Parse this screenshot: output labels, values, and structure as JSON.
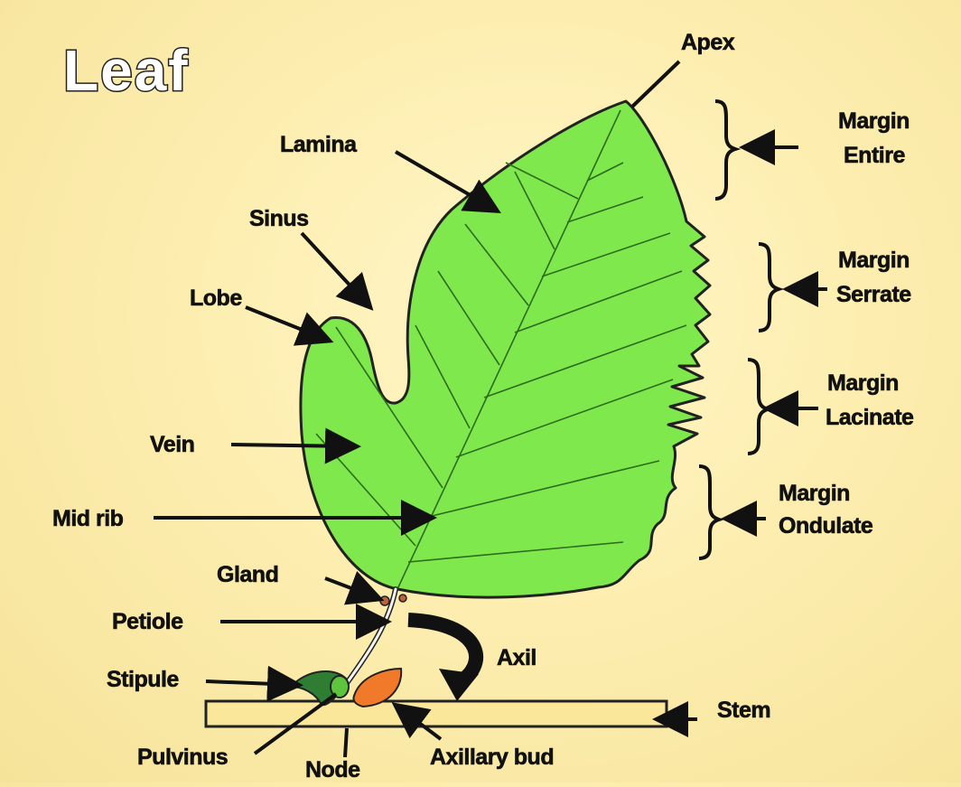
{
  "title": "Leaf",
  "labels": {
    "apex": "Apex",
    "lamina": "Lamina",
    "sinus": "Sinus",
    "lobe": "Lobe",
    "vein": "Vein",
    "midrib": "Mid rib",
    "gland": "Gland",
    "petiole": "Petiole",
    "stipule": "Stipule",
    "pulvinus": "Pulvinus",
    "node": "Node",
    "axillary_bud": "Axillary bud",
    "axil": "Axil",
    "stem": "Stem"
  },
  "margins": {
    "entire": [
      "Margin",
      "Entire"
    ],
    "serrate": [
      "Margin",
      "Serrate"
    ],
    "lacinate": [
      "Margin",
      "Lacinate"
    ],
    "ondulate": [
      "Margin",
      "Ondulate"
    ]
  },
  "colors": {
    "leaf": "#7ee84c",
    "leaf_outline": "#222222",
    "stem": "#fbe79a",
    "stipule": "#2e7d32",
    "bud": "#f07a2a",
    "gland": "#c0603a"
  }
}
